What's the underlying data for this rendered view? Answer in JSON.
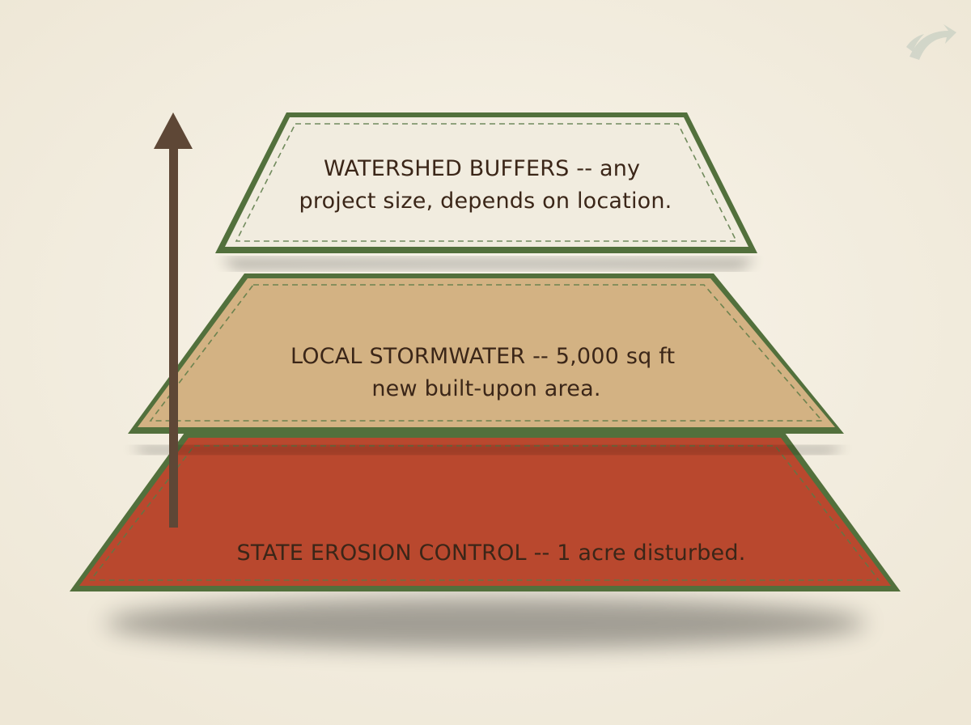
{
  "diagram": {
    "type": "layered-pyramid",
    "tiers": [
      {
        "id": "watershed-buffers",
        "lines": [
          "WATERSHED BUFFERS -- any",
          "project size, depends on location."
        ],
        "fill": "#f1ecdf"
      },
      {
        "id": "local-stormwater",
        "lines": [
          "LOCAL STORMWATER -- 5,000 sq ft",
          "new built-upon area."
        ],
        "fill": "#d3b283"
      },
      {
        "id": "state-erosion-control",
        "lines": [
          "STATE EROSION CONTROL -- 1 acre disturbed."
        ],
        "fill": "#b9482e"
      }
    ],
    "colors": {
      "border": "#52703c",
      "stitch": "#5b7a46",
      "arrow": "#5e4736",
      "text": "#3b2618",
      "background": "#f5f0e3"
    },
    "arrow_direction": "up",
    "logo_icon": "corner-arrow-logo-icon"
  }
}
